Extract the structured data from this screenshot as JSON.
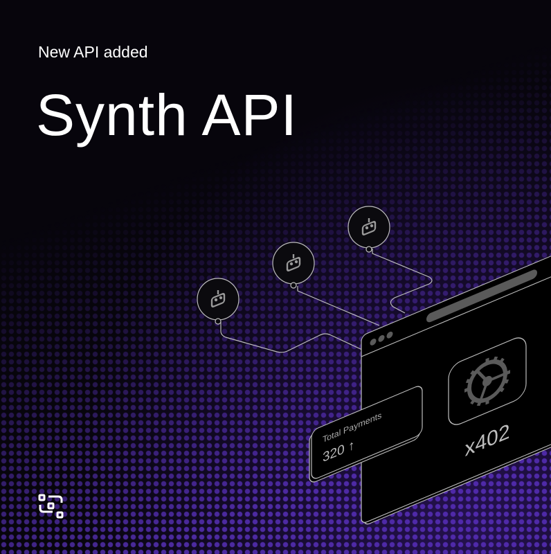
{
  "header": {
    "subtitle": "New API added",
    "title": "Synth API"
  },
  "payment_card": {
    "label": "Total Payments",
    "value": "320 ↑"
  },
  "api_card": {
    "count": "x402",
    "icon": "gear-icon"
  },
  "bots": [
    {
      "icon": "robot-icon"
    },
    {
      "icon": "robot-icon"
    },
    {
      "icon": "robot-icon"
    }
  ],
  "logo": {
    "icon": "brand-logo-icon"
  },
  "colors": {
    "background": "#07050c",
    "dots": "#4a2a9a",
    "stroke": "#bdbdbd",
    "gray": "#5a5a5a"
  }
}
